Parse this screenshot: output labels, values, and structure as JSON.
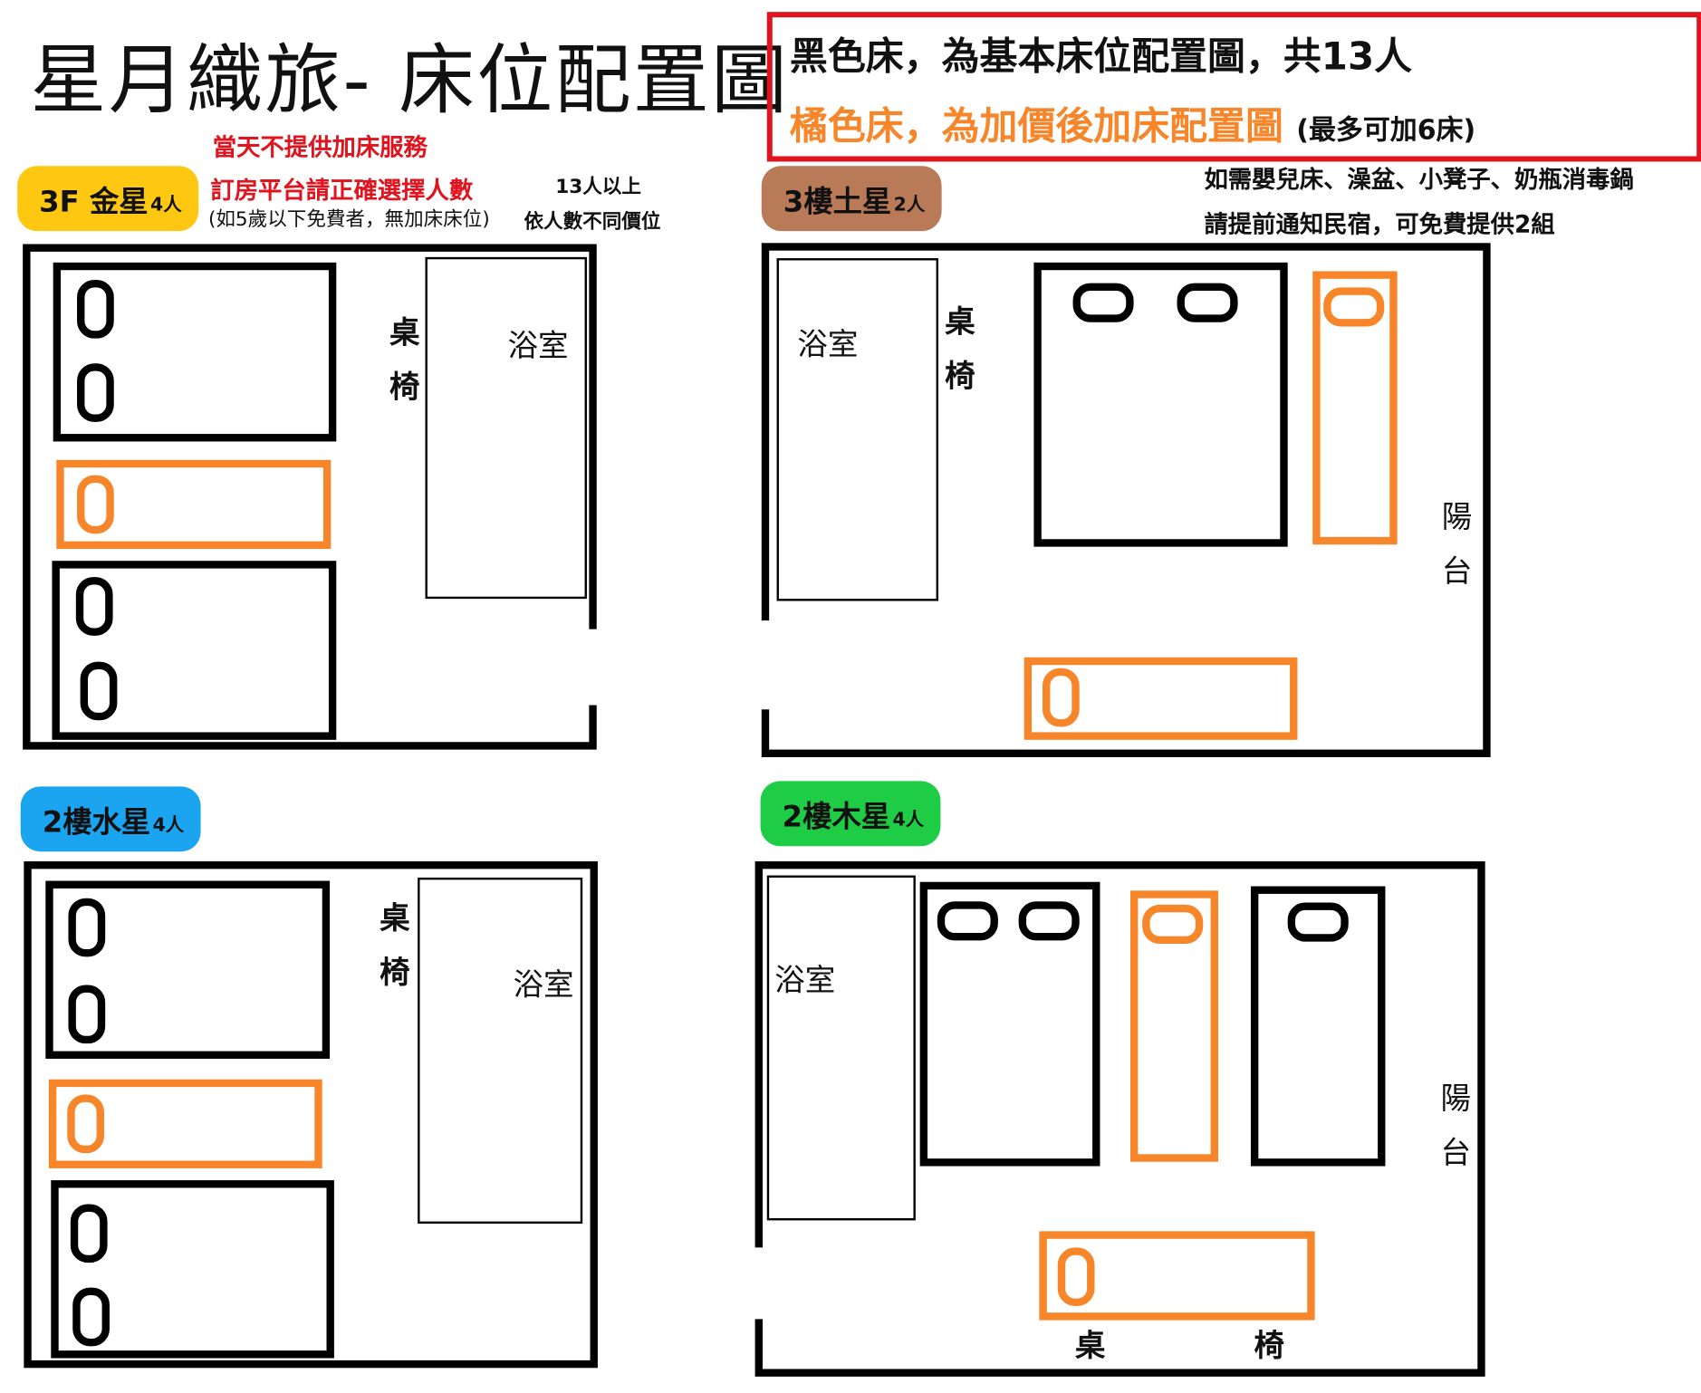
{
  "title": "星月織旅- 床位配置圖",
  "legend": {
    "black_line": "黑色床，為基本床位配置圖，共13人",
    "orange_line": "橘色床，為加價後加床配置圖",
    "orange_note": "(最多可加6床)"
  },
  "notices": {
    "no_extra_bed_today": "當天不提供加床服務",
    "select_headcount": "訂房平台請正確選擇人數",
    "under5_note": "(如5歲以下免費者，無加床床位)",
    "over13_line1": "13人以上",
    "over13_line2": "依人數不同價位",
    "infant_line1": "如需嬰兒床、澡盆、小凳子、奶瓶消毒鍋",
    "infant_line2": "請提前通知民宿，可免費提供2組"
  },
  "rooms": {
    "venus": {
      "name": "3F 金星",
      "capacity": "4人",
      "color": "#fdc712",
      "bathroom": "浴室",
      "desk_chair": "桌椅"
    },
    "saturn": {
      "name": "3樓土星",
      "capacity": "2人",
      "color": "#b97a57",
      "bathroom": "浴室",
      "desk_chair": "桌椅",
      "balcony": "陽台"
    },
    "mercury": {
      "name": "2樓水星",
      "capacity": "4人",
      "color": "#1ba5f0",
      "bathroom": "浴室",
      "desk_chair": "桌椅"
    },
    "jupiter": {
      "name": "2樓木星",
      "capacity": "4人",
      "color": "#1fcc45",
      "bathroom": "浴室",
      "balcony": "陽台",
      "desk": "桌",
      "chair": "椅"
    }
  },
  "colors": {
    "base_bed": "#000000",
    "extra_bed": "#f7862a",
    "legend_border": "#e0141e"
  }
}
